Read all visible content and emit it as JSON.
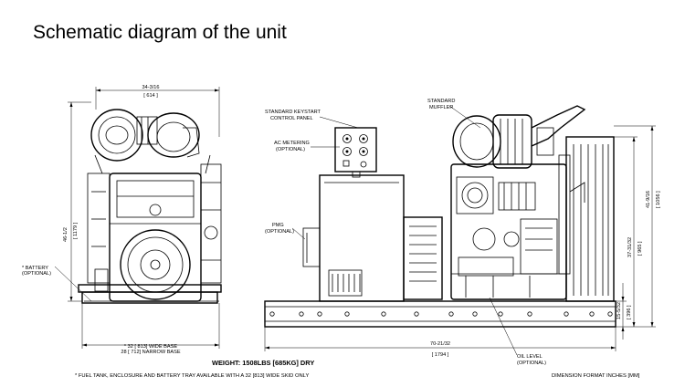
{
  "title": "Schematic diagram of the unit",
  "front_view": {
    "width_dim": "34-3/16",
    "width_dim_mm": "[ 614 ]",
    "height_dim": "46-1/2",
    "height_dim_mm": "[ 1179 ]",
    "battery_label_1": "* BATTERY",
    "battery_label_2": "(OPTIONAL)",
    "wide_base": "* 32 [ 813] WIDE BASE",
    "narrow_base": "28 [ 712] NARROW BASE"
  },
  "side_view": {
    "keystart_1": "STANDARD KEYSTART",
    "keystart_2": "CONTROL PANEL",
    "ac_metering_1": "AC METERING",
    "ac_metering_2": "(OPTIONAL)",
    "pmg_1": "PMG",
    "pmg_2": "(OPTIONAL)",
    "muffler_1": "STANDARD",
    "muffler_2": "MUFFLER",
    "oil_level_1": "OIL LEVEL",
    "oil_level_2": "(OPTIONAL)",
    "length_dim": "70-21/32",
    "length_dim_mm": "[ 1794 ]",
    "h1_dim": "41-9/16",
    "h1_dim_mm": "[ 1056 ]",
    "h2_dim": "37-31/32",
    "h2_dim_mm": "[ 965 ]",
    "h3_dim": "15-5/32",
    "h3_dim_mm": "[ 396 ]"
  },
  "weight": "WEIGHT: 1508LBS [685KG] DRY",
  "footnote": "* FUEL TANK, ENCLOSURE AND BATTERY TRAY AVAILABLE WITH A 32 [813] WIDE SKID ONLY",
  "dimension_format": "DIMENSION FORMAT INCHES [MM]"
}
